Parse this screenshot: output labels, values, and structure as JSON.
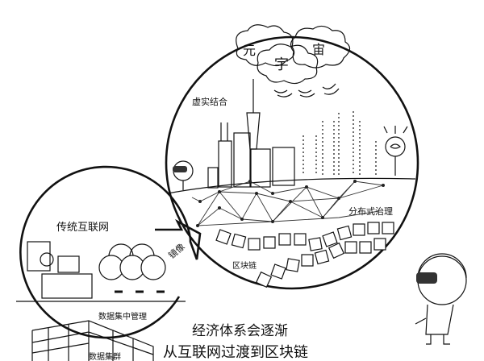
{
  "cloud_title": [
    "元",
    "宇",
    "宙"
  ],
  "labels": {
    "virtual_real": "虚实结合",
    "distributed_governance": "分布式治理",
    "blockchain": "区块链",
    "mirror": "镜像",
    "traditional_internet": "传统互联网",
    "centralized_data": "数据集中管理",
    "data_cluster": "数据集群"
  },
  "caption": {
    "line1": "经济体系会逐渐",
    "line2": "从互联网过渡到区块链"
  }
}
